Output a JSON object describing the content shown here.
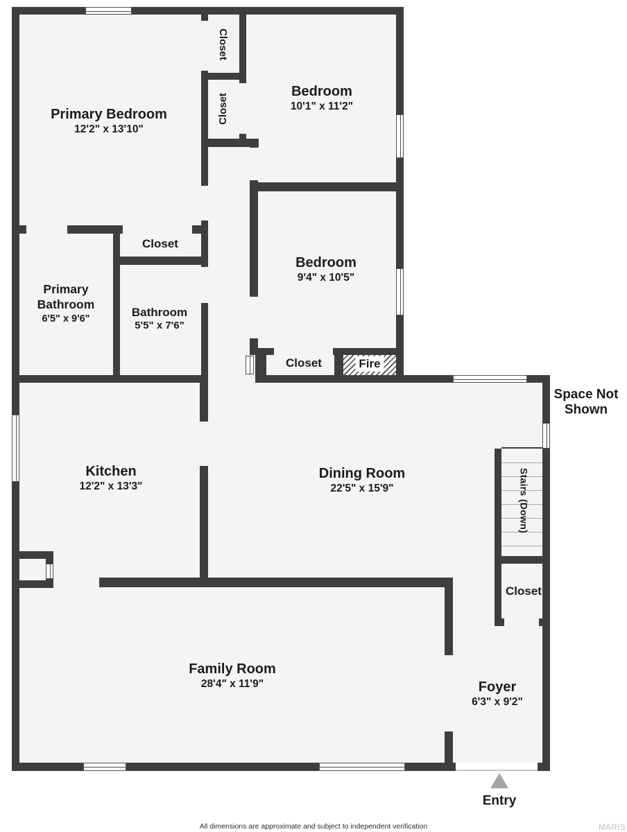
{
  "rooms": {
    "primary_bedroom": {
      "name": "Primary Bedroom",
      "dims": "12'2\" x 13'10\""
    },
    "closet_upper": {
      "name": "Closet"
    },
    "closet_lower": {
      "name": "Closet"
    },
    "bedroom_top": {
      "name": "Bedroom",
      "dims": "10'1\" x 11'2\""
    },
    "closet_mid": {
      "name": "Closet"
    },
    "primary_bathroom": {
      "name": "Primary Bathroom",
      "dims": "6'5\" x 9'6\""
    },
    "bathroom": {
      "name": "Bathroom",
      "dims": "5'5\" x 7'6\""
    },
    "bedroom_mid": {
      "name": "Bedroom",
      "dims": "9'4\" x 10'5\""
    },
    "closet_hall": {
      "name": "Closet"
    },
    "fire": {
      "name": "Fire"
    },
    "kitchen": {
      "name": "Kitchen",
      "dims": "12'2\" x 13'3\""
    },
    "dining_room": {
      "name": "Dining Room",
      "dims": "22'5\" x 15'9\""
    },
    "stairs": {
      "name": "Stairs (Down)"
    },
    "closet_stairs": {
      "name": "Closet"
    },
    "family_room": {
      "name": "Family Room",
      "dims": "28'4\" x 11'9\""
    },
    "foyer": {
      "name": "Foyer",
      "dims": "6'3\" x 9'2\""
    }
  },
  "annotations": {
    "space_not_shown": "Space Not Shown",
    "entry": "Entry"
  },
  "footer": {
    "disclaimer": "All dimensions are approximate and subject to independent verification",
    "watermark": "MARIS"
  },
  "colors": {
    "wall": "#3e3e3e",
    "floor": "#f4f4f4",
    "entry_arrow": "#a6a6a6"
  }
}
